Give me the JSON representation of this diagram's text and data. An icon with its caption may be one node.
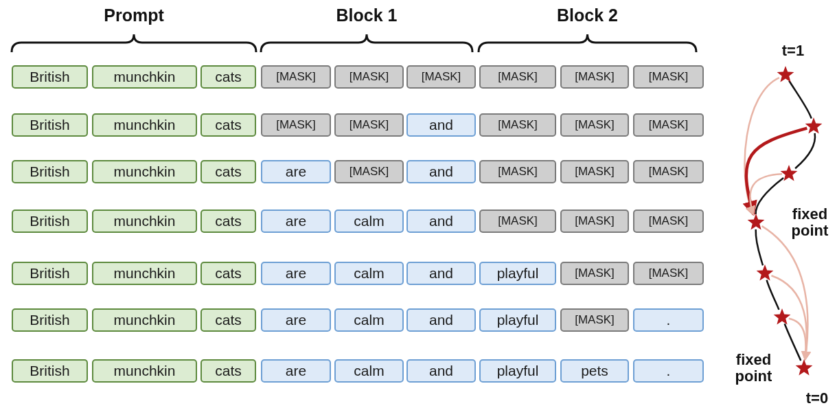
{
  "diagram": {
    "nodes": [
      {
        "text": [
          "British"
        ]
      },
      {
        "text": [
          "munchkin"
        ]
      },
      {
        "text": [
          "cats"
        ]
      },
      {
        "text": [
          "[MASK]"
        ]
      },
      {
        "text": [
          "[MASK]"
        ]
      },
      {
        "text": [
          "[MASK]"
        ]
      },
      {
        "text": [
          "[MASK]"
        ]
      },
      {
        "text": [
          "[MASK]"
        ]
      },
      {
        "text": [
          "[MASK]"
        ]
      },
      {
        "text": [
          "British"
        ]
      },
      {
        "text": [
          "munchkin"
        ]
      },
      {
        "text": [
          "cats"
        ]
      },
      {
        "text": [
          "[MASK]"
        ]
      },
      {
        "text": [
          "[MASK]"
        ]
      },
      {
        "text": [
          "and"
        ]
      },
      {
        "text": [
          "[MASK]"
        ]
      },
      {
        "text": [
          "[MASK]"
        ]
      },
      {
        "text": [
          "[MASK]"
        ]
      },
      {
        "text": [
          "British"
        ]
      },
      {
        "text": [
          "munchkin"
        ]
      },
      {
        "text": [
          "cats"
        ]
      },
      {
        "text": [
          "are"
        ]
      },
      {
        "text": [
          "[MASK]"
        ]
      },
      {
        "text": [
          "and"
        ]
      },
      {
        "text": [
          "[MASK]"
        ]
      },
      {
        "text": [
          "[MASK]"
        ]
      },
      {
        "text": [
          "[MASK]"
        ]
      },
      {
        "text": [
          "British"
        ]
      },
      {
        "text": [
          "munchkin"
        ]
      },
      {
        "text": [
          "cats"
        ]
      },
      {
        "text": [
          "are"
        ]
      },
      {
        "text": [
          "calm"
        ]
      },
      {
        "text": [
          "and"
        ]
      },
      {
        "text": [
          "[MASK]"
        ]
      },
      {
        "text": [
          "[MASK]"
        ]
      },
      {
        "text": [
          "[MASK]"
        ]
      },
      {
        "text": [
          "British"
        ]
      },
      {
        "text": [
          "munchkin"
        ]
      },
      {
        "text": [
          "cats"
        ]
      },
      {
        "text": [
          "are"
        ]
      },
      {
        "text": [
          "calm"
        ]
      },
      {
        "text": [
          "and"
        ]
      },
      {
        "text": [
          "playful"
        ]
      },
      {
        "text": [
          "[MASK]"
        ]
      },
      {
        "text": [
          "[MASK]"
        ]
      },
      {
        "text": [
          "British"
        ]
      },
      {
        "text": [
          "munchkin"
        ]
      },
      {
        "text": [
          "cats"
        ]
      },
      {
        "text": [
          "are"
        ]
      },
      {
        "text": [
          "calm"
        ]
      },
      {
        "text": [
          "and"
        ]
      },
      {
        "text": [
          "playful"
        ]
      },
      {
        "text": [
          "[MASK]"
        ]
      },
      {
        "text": [
          "."
        ]
      },
      {
        "text": [
          "British"
        ]
      },
      {
        "text": [
          "munchkin"
        ]
      },
      {
        "text": [
          "cats"
        ]
      },
      {
        "text": [
          "are"
        ]
      },
      {
        "text": [
          "calm"
        ]
      },
      {
        "text": [
          "and"
        ]
      },
      {
        "text": [
          "playful"
        ]
      },
      {
        "text": [
          "pets"
        ]
      },
      {
        "text": [
          "."
        ]
      },
      {
        "text": [],
        "shape": "star",
        "beside": [
          "t=1"
        ]
      },
      {
        "text": [],
        "shape": "star"
      },
      {
        "text": [],
        "shape": "star"
      },
      {
        "text": [],
        "shape": "star",
        "beside": [
          "fixed point"
        ]
      },
      {
        "text": [],
        "shape": "star"
      },
      {
        "text": [],
        "shape": "star"
      },
      {
        "text": [],
        "shape": "star",
        "beside": [
          "fixed point",
          "t=0"
        ]
      }
    ],
    "edges": [
      {
        "from": 63,
        "to": 64,
        "arrow": "none"
      },
      {
        "from": 64,
        "to": 65,
        "arrow": "none"
      },
      {
        "from": 65,
        "to": 66,
        "arrow": "none"
      },
      {
        "from": 66,
        "to": 67,
        "arrow": "none"
      },
      {
        "from": 67,
        "to": 68,
        "arrow": "none"
      },
      {
        "from": 68,
        "to": 69,
        "arrow": "none"
      },
      {
        "from": 63,
        "to": 66,
        "arrow": "to",
        "color": "#e8b4a6"
      },
      {
        "from": 64,
        "to": 66,
        "arrow": "to",
        "style": "thick",
        "color": "#b3191b"
      },
      {
        "from": 65,
        "to": 66,
        "arrow": "to",
        "color": "#e8b4a6"
      },
      {
        "from": 66,
        "to": 69,
        "arrow": "to",
        "color": "#e8b4a6"
      },
      {
        "from": 67,
        "to": 69,
        "arrow": "to",
        "color": "#e8b4a6"
      },
      {
        "from": 68,
        "to": 69,
        "arrow": "to",
        "color": "#e8b4a6"
      }
    ],
    "labels": [
      "Prompt",
      "Block 1",
      "Block 2"
    ]
  }
}
